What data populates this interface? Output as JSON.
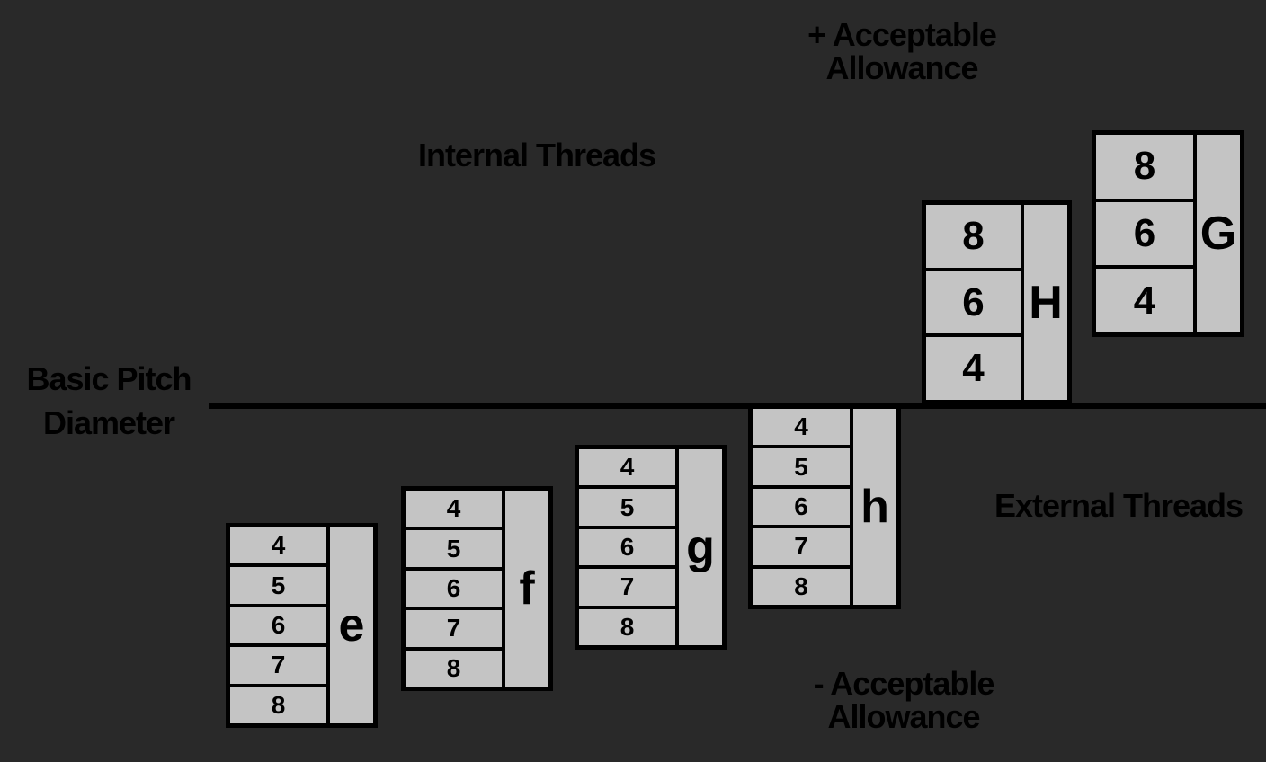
{
  "diagram": {
    "positive_allowance": {
      "line1": "+ Acceptable",
      "line2": "Allowance"
    },
    "internal_label": "Internal Threads",
    "baseline_label": {
      "line1": "Basic Pitch",
      "line2": "Diameter"
    },
    "external_label": "External Threads",
    "negative_allowance": {
      "line1": "- Acceptable",
      "line2": "Allowance"
    },
    "internal_blocks": [
      {
        "id": "H",
        "label": "H",
        "grades": [
          "8",
          "6",
          "4"
        ]
      },
      {
        "id": "G",
        "label": "G",
        "grades": [
          "8",
          "6",
          "4"
        ]
      }
    ],
    "external_blocks": [
      {
        "id": "e",
        "label": "e",
        "grades": [
          "4",
          "5",
          "6",
          "7",
          "8"
        ]
      },
      {
        "id": "f",
        "label": "f",
        "grades": [
          "4",
          "5",
          "6",
          "7",
          "8"
        ]
      },
      {
        "id": "g",
        "label": "g",
        "grades": [
          "4",
          "5",
          "6",
          "7",
          "8"
        ]
      },
      {
        "id": "h",
        "label": "h",
        "grades": [
          "4",
          "5",
          "6",
          "7",
          "8"
        ]
      }
    ]
  },
  "colors": {
    "background": "#292929",
    "box_fill": "#c4c4c4",
    "line": "#000000",
    "text": "#000000"
  }
}
